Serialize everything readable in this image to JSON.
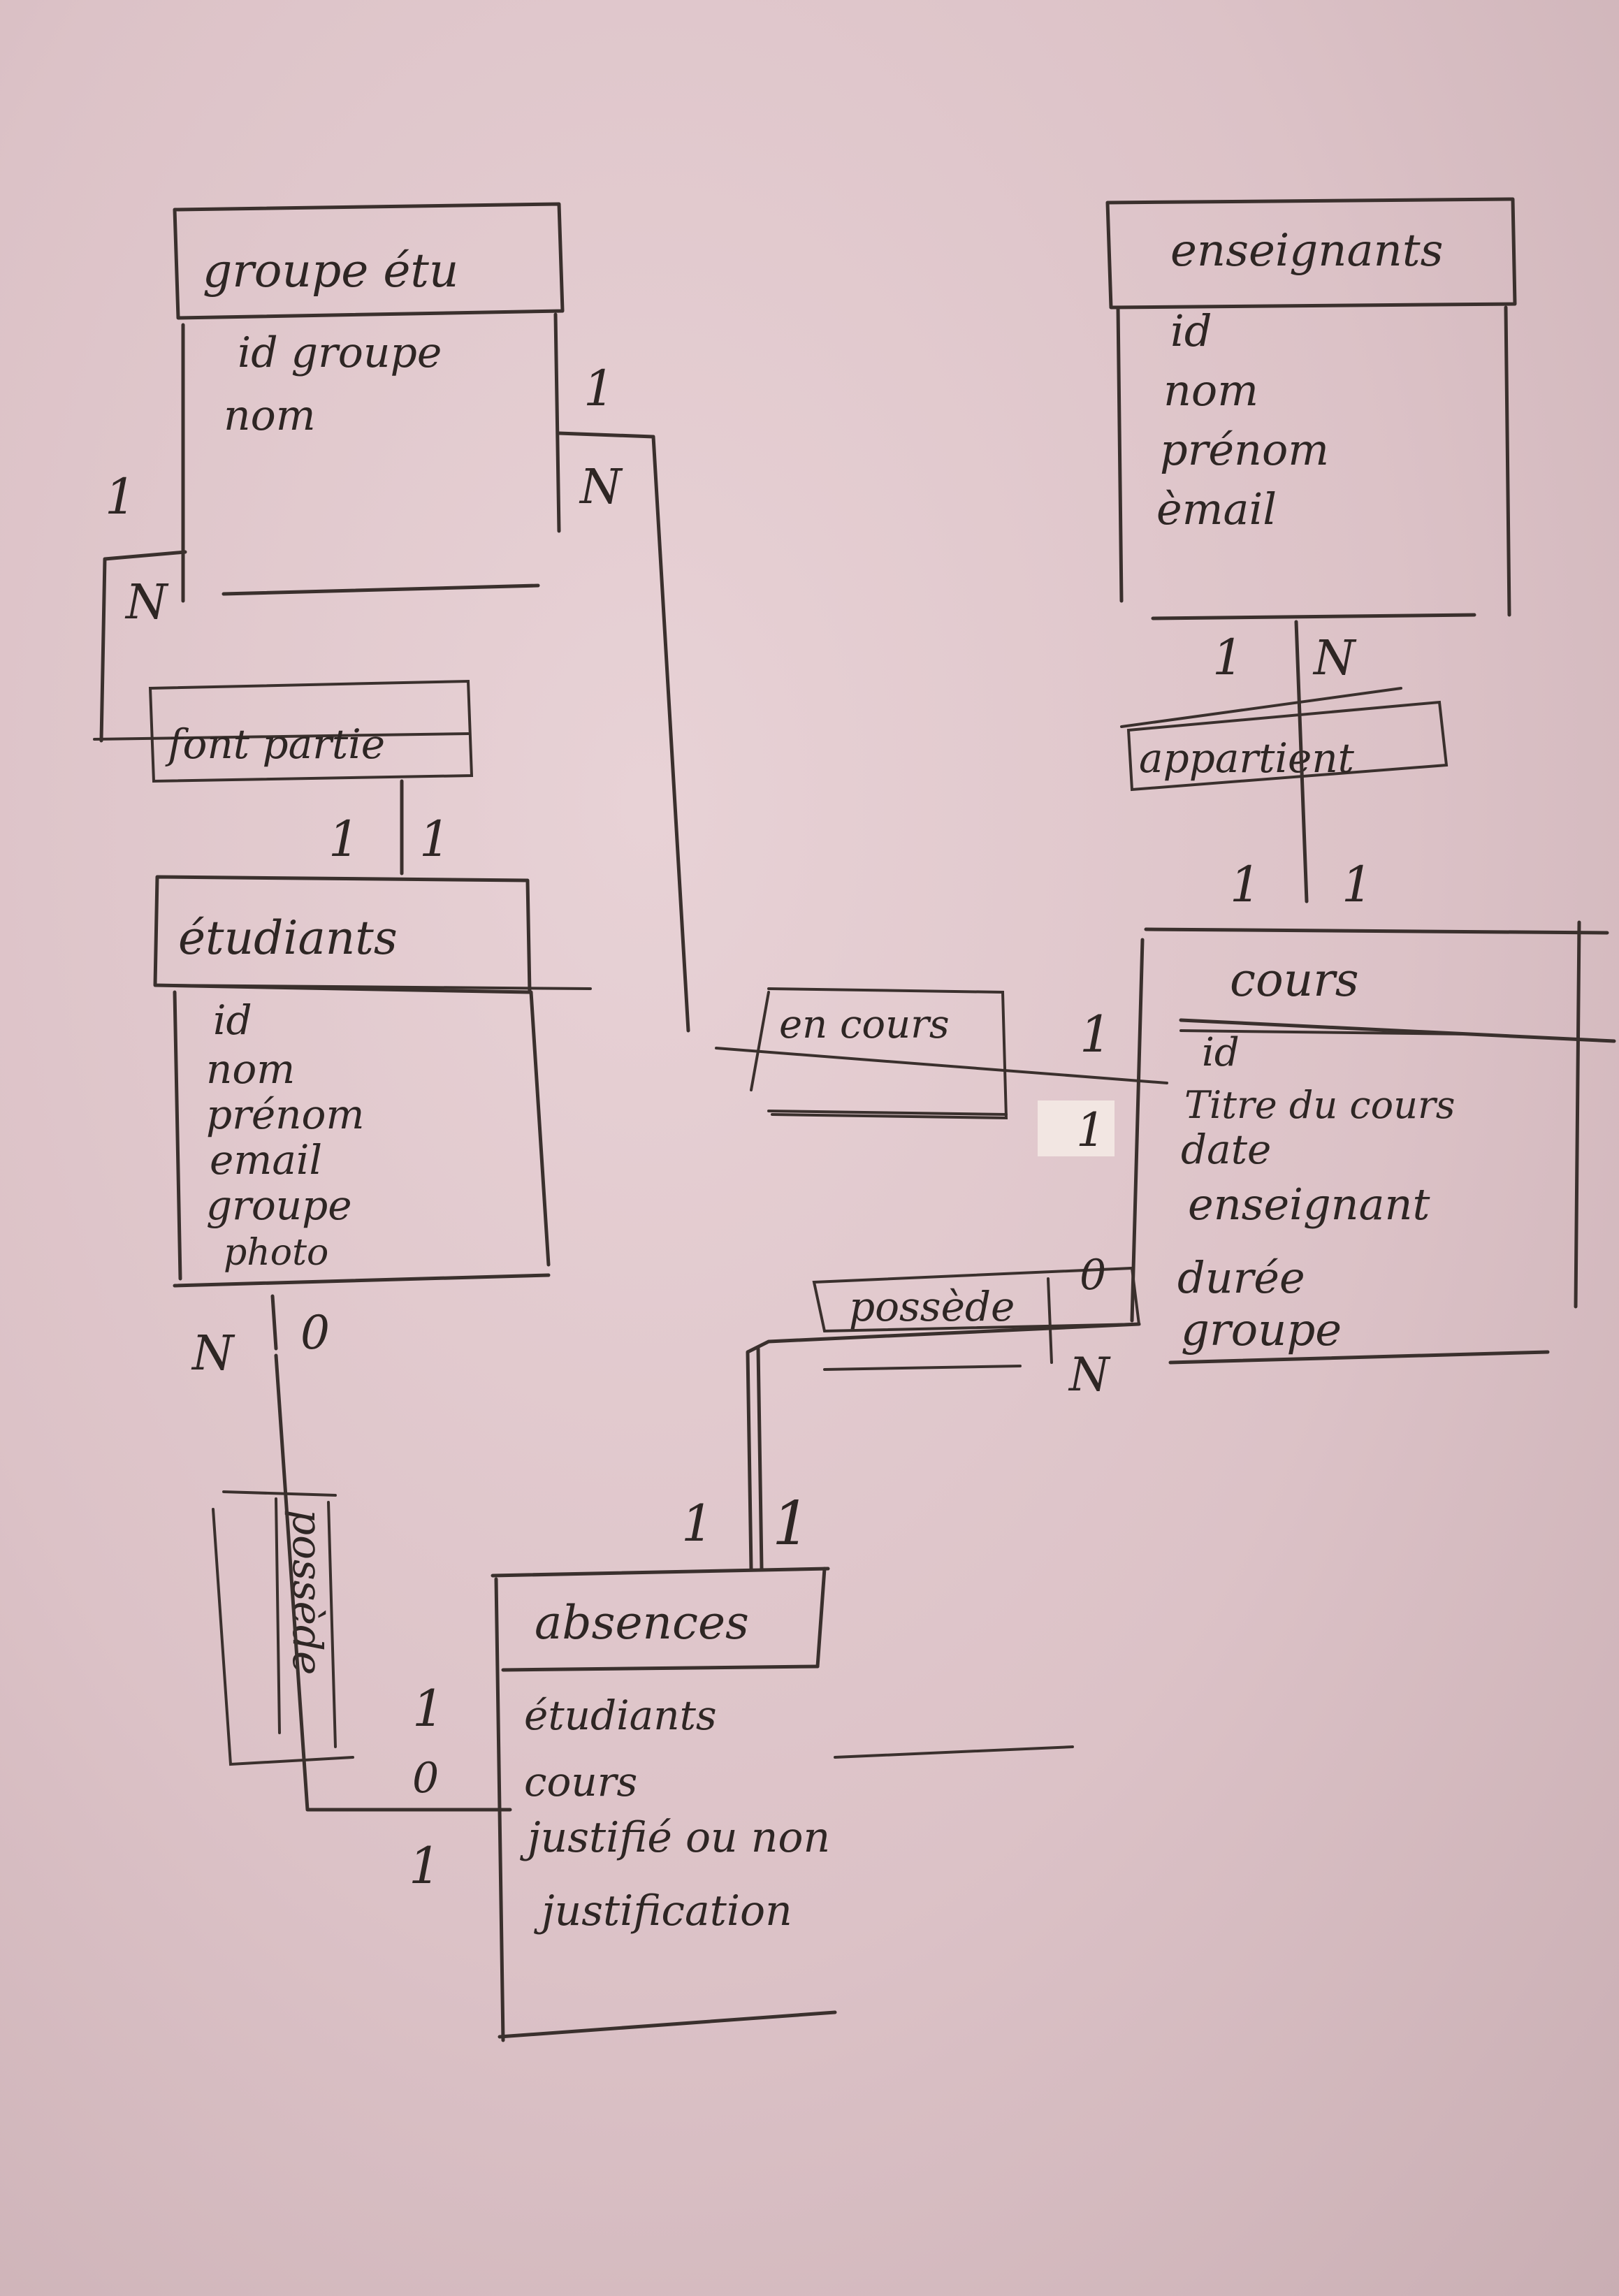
{
  "entities": {
    "groupe_etu": {
      "title": "groupe étu",
      "attributes": [
        "id groupe",
        "nom"
      ]
    },
    "enseignants": {
      "title": "enseignants",
      "attributes": [
        "id",
        "nom",
        "prénom",
        "èmail"
      ]
    },
    "etudiants": {
      "title": "étudiants",
      "attributes": [
        "id",
        "nom",
        "prénom",
        "email",
        "groupe",
        "photo"
      ]
    },
    "cours": {
      "title": "cours",
      "attributes": [
        "id",
        "Titre du cours",
        "date",
        "enseignant",
        "durée",
        "groupe"
      ]
    },
    "absences": {
      "title": "absences",
      "attributes": [
        "étudiants",
        "cours",
        "justifié ou non",
        "justification"
      ]
    }
  },
  "relations": {
    "font_partie": {
      "label": "font partie"
    },
    "appartient": {
      "label": "appartient"
    },
    "en_cours": {
      "label": "en cours"
    },
    "possede_cours": {
      "label": "possède"
    },
    "possede_etudiant": {
      "label": "possède"
    }
  },
  "cardinalities": {
    "groupe_left_1": "1",
    "groupe_left_n": "N",
    "groupe_right_1": "1",
    "groupe_right_n": "N",
    "etudiants_top_1a": "1",
    "etudiants_top_1b": "1",
    "enseignants_bottom_1": "1",
    "enseignants_bottom_n": "N",
    "cours_top_1a": "1",
    "cours_top_1b": "1",
    "encours_1": "1",
    "cours_left_1": "1",
    "possede_0": "0",
    "possede_n": "N",
    "etudiants_bottom_n": "N",
    "etudiants_bottom_0": "0",
    "absences_top_1a": "1",
    "absences_top_1b": "1",
    "absences_left_1a": "1",
    "absences_left_0": "0",
    "absences_left_1b": "1"
  }
}
